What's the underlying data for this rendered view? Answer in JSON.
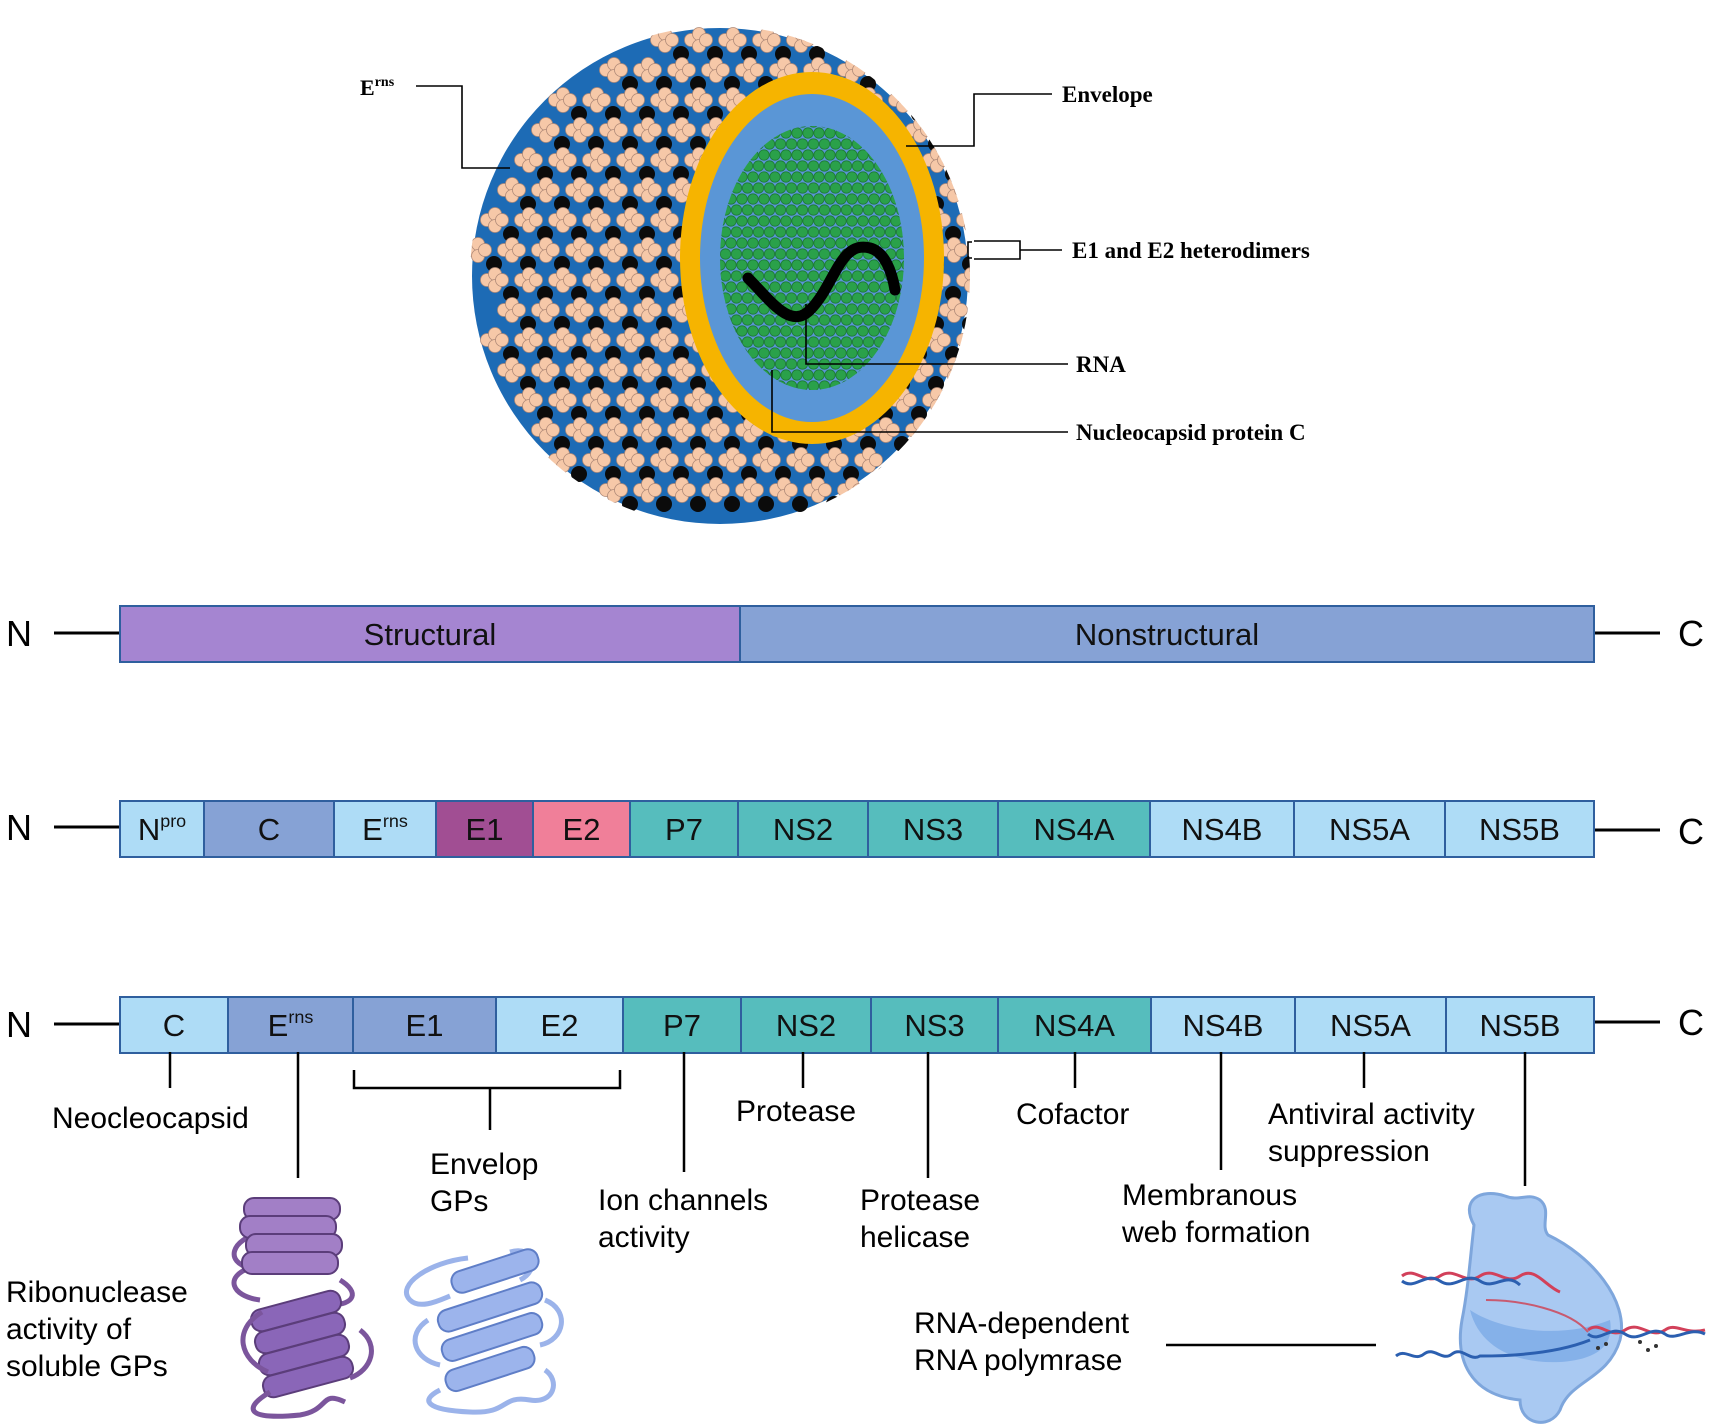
{
  "virion": {
    "labels": {
      "erns_base": "E",
      "erns_sup": "rns",
      "envelope": "Envelope",
      "e1e2": "E1 and E2 heterodimers",
      "rna": "RNA",
      "nucleocapsid": "Nucleocapsid protein C"
    }
  },
  "termini": {
    "n": "N",
    "c": "C"
  },
  "polyprotein": {
    "segments": [
      {
        "label": "Structural",
        "color": "#a585d1"
      },
      {
        "label": "Nonstructural",
        "color": "#86a2d5"
      }
    ]
  },
  "proteins_row": {
    "segments": [
      {
        "base": "N",
        "sup": "pro",
        "color": "#aedcf6"
      },
      {
        "base": "C",
        "sup": "",
        "color": "#86a2d5"
      },
      {
        "base": "E",
        "sup": "rns",
        "color": "#aedcf6"
      },
      {
        "base": "E1",
        "sup": "",
        "color": "#a14e93"
      },
      {
        "base": "E2",
        "sup": "",
        "color": "#f07f99"
      },
      {
        "base": "P7",
        "sup": "",
        "color": "#56bdbd"
      },
      {
        "base": "NS2",
        "sup": "",
        "color": "#56bdbd"
      },
      {
        "base": "NS3",
        "sup": "",
        "color": "#56bdbd"
      },
      {
        "base": "NS4A",
        "sup": "",
        "color": "#56bdbd"
      },
      {
        "base": "NS4B",
        "sup": "",
        "color": "#aedcf6"
      },
      {
        "base": "NS5A",
        "sup": "",
        "color": "#aedcf6"
      },
      {
        "base": "NS5B",
        "sup": "",
        "color": "#aedcf6"
      }
    ]
  },
  "function_row": {
    "segments": [
      {
        "base": "C",
        "sup": "",
        "color": "#aedcf6"
      },
      {
        "base": "E",
        "sup": "rns",
        "color": "#86a2d5"
      },
      {
        "base": "E1",
        "sup": "",
        "color": "#86a2d5"
      },
      {
        "base": "E2",
        "sup": "",
        "color": "#aedcf6"
      },
      {
        "base": "P7",
        "sup": "",
        "color": "#56bdbd"
      },
      {
        "base": "NS2",
        "sup": "",
        "color": "#56bdbd"
      },
      {
        "base": "NS3",
        "sup": "",
        "color": "#56bdbd"
      },
      {
        "base": "NS4A",
        "sup": "",
        "color": "#56bdbd"
      },
      {
        "base": "NS4B",
        "sup": "",
        "color": "#aedcf6"
      },
      {
        "base": "NS5A",
        "sup": "",
        "color": "#aedcf6"
      },
      {
        "base": "NS5B",
        "sup": "",
        "color": "#aedcf6"
      }
    ],
    "functions": {
      "c": "Neocleocapsid",
      "erns": [
        "Ribonuclease",
        "activity of",
        "soluble GPs"
      ],
      "e1e2": [
        "Envelop",
        "GPs"
      ],
      "p7": [
        "Ion channels",
        "activity"
      ],
      "ns2": "Protease",
      "ns3": [
        "Protease",
        "helicase"
      ],
      "ns4a": "Cofactor",
      "ns4b": [
        "Membranous",
        "web formation"
      ],
      "ns5a": [
        "Antiviral activity",
        "suppression"
      ],
      "ns5b": [
        "RNA-dependent",
        "RNA polymrase"
      ]
    }
  },
  "colors": {
    "outline": "#2f5f9e",
    "envelope_ring": "#f6b400",
    "capsid_fill": "#5a96d6",
    "nucleocapsid": "#2aa14a",
    "spike_dark": "#1d6bb5",
    "spike_light": "#f6c8a8",
    "erns_purple": "#7b559c",
    "gp_blue": "#7f9ee0",
    "polymerase": "#a9c9f2"
  }
}
